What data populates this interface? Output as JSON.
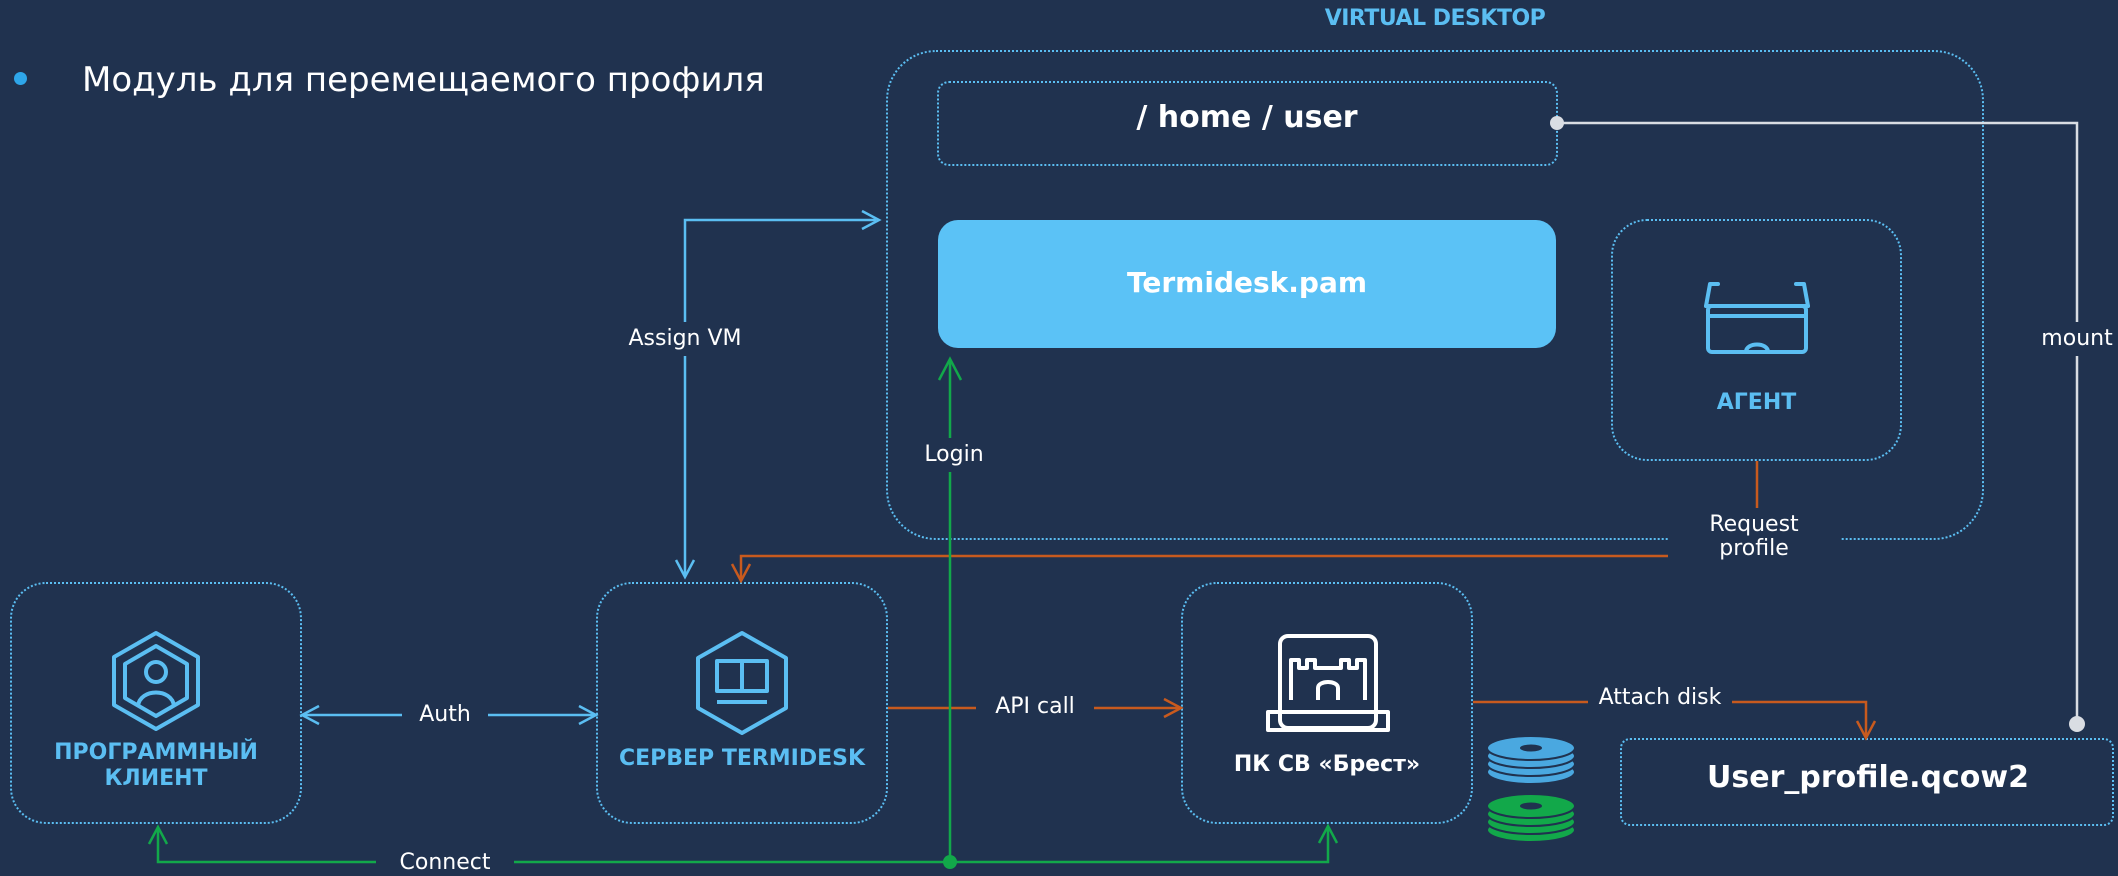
{
  "bullet": {
    "text": "Модуль для перемещаемого профиля"
  },
  "virtual_desktop": {
    "title": "VIRTUAL DESKTOP",
    "home_path": "/ home / user",
    "pam_module": "Termidesk.pam",
    "agent_label": "АГЕНТ"
  },
  "nodes": {
    "client_line1": "ПРОГРАММНЫЙ",
    "client_line2": "КЛИЕНТ",
    "server": "СЕРВЕР TERMIDESK",
    "brest": "ПК СВ «Брест»",
    "profile": "User_profile.qcow2"
  },
  "edges": {
    "assign_vm": "Assign VM",
    "login": "Login",
    "auth": "Auth",
    "api_call": "API call",
    "attach_disk": "Attach disk",
    "request_line1": "Request",
    "request_line2": "profile",
    "mount": "mount",
    "connect": "Connect"
  },
  "colors": {
    "background": "#20324f",
    "accent_blue": "#5bbef2",
    "pam_fill": "#5bc2f6",
    "orange": "#c85a1e",
    "green": "#12a84a",
    "mount_line": "#d9dde3"
  },
  "icons": {
    "client": "user-hexagon-icon",
    "server": "server-hexagon-icon",
    "agent": "vr-glasses-icon",
    "brest": "castle-laptop-icon",
    "disks": "disk-stack-icon"
  }
}
